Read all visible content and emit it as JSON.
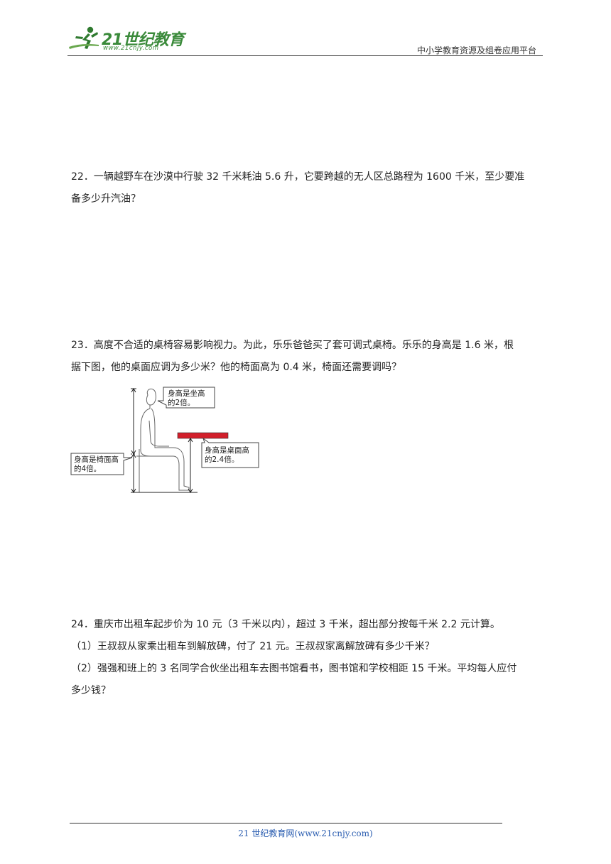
{
  "header": {
    "logo_brand": "21世纪教育",
    "logo_url": "www.21cnjy.com",
    "platform_name": "中小学教育资源及组卷应用平台"
  },
  "questions": [
    {
      "number": "22",
      "lines": [
        "22．一辆越野车在沙漠中行驶 32 千米耗油 5.6 升，它要跨越的无人区总路程为 1600 千米，至少要准",
        "备多少升汽油？"
      ]
    },
    {
      "number": "23",
      "lines": [
        "23．高度不合适的桌椅容易影响视力。为此，乐乐爸爸买了套可调式桌椅。乐乐的身高是 1.6 米，根",
        "据下图，他的桌面应调为多少米？他的椅面高为 0.4 米，椅面还需要调吗？"
      ],
      "figure": {
        "callout_height_sitting": [
          "身高是坐高",
          "的2倍。"
        ],
        "callout_height_chair": [
          "身高是椅面高",
          "的4倍。"
        ],
        "callout_height_desk": [
          "身高是桌面高",
          "的2.4倍。"
        ],
        "desk_color": "#d21f2b"
      }
    },
    {
      "number": "24",
      "lines": [
        "24．重庆市出租车起步价为 10 元（3 千米以内），超过 3 千米，超出部分按每千米 2.2 元计算。",
        "（1）王叔叔从家乘出租车到解放碑，付了 21 元。王叔叔家离解放碑有多少千米？",
        "（2）强强和班上的 3 名同学合伙坐出租车去图书馆看书，图书馆和学校相距 15 千米。平均每人应付",
        "多少钱？"
      ]
    }
  ],
  "footer": {
    "text": "21 世纪教育网(www.21cnjy.com)"
  }
}
